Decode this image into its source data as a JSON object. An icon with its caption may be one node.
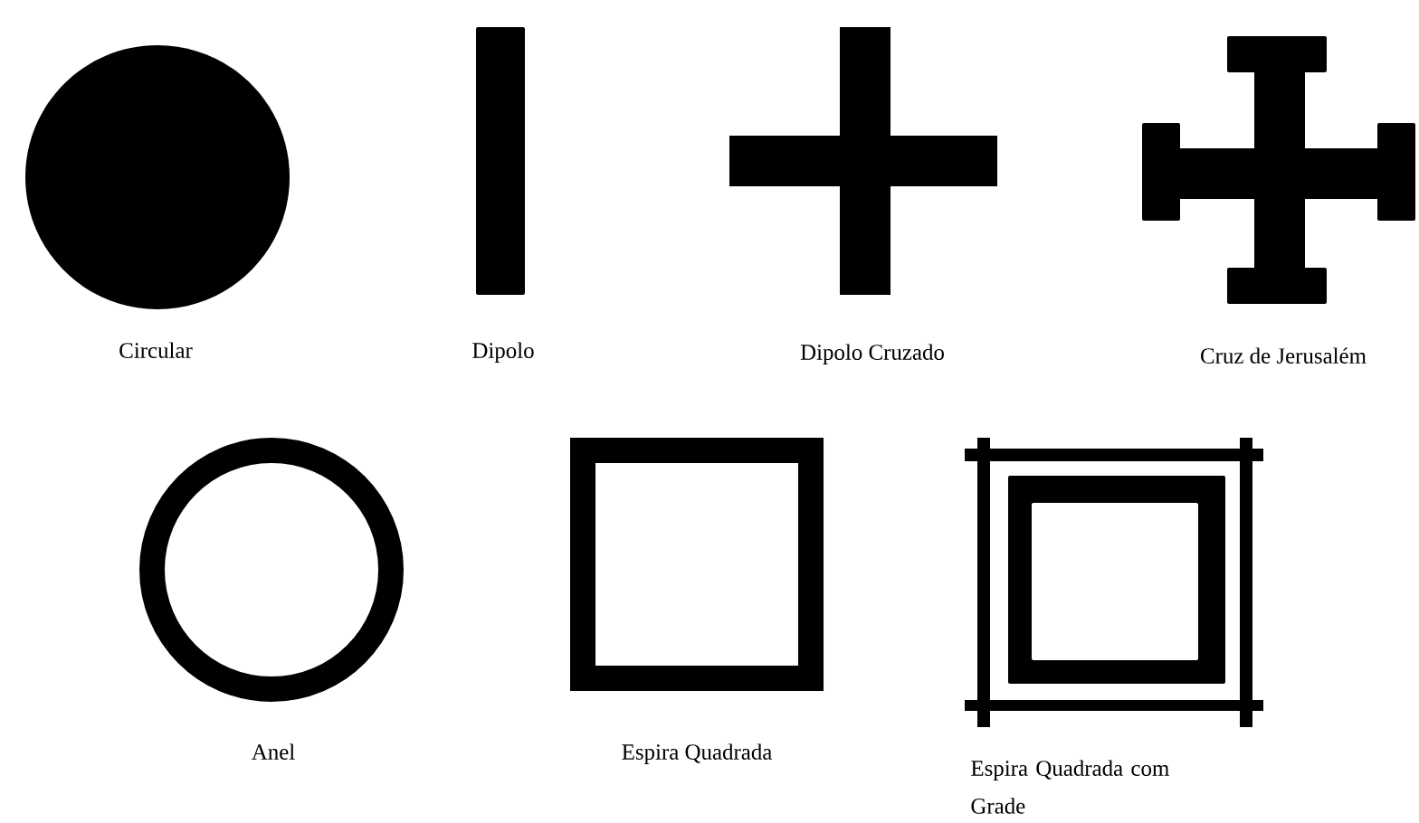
{
  "diagram": {
    "nodes": [
      {
        "text": [
          "Circular"
        ]
      },
      {
        "text": [
          "Dipolo"
        ]
      },
      {
        "text": [
          "Dipolo Cruzado"
        ]
      },
      {
        "text": [
          "Cruz de Jerusalém"
        ]
      },
      {
        "text": [
          "Anel"
        ]
      },
      {
        "text": [
          "Espira Quadrada"
        ]
      },
      {
        "text": [
          "Espira Quadrada com Grade"
        ]
      }
    ]
  }
}
